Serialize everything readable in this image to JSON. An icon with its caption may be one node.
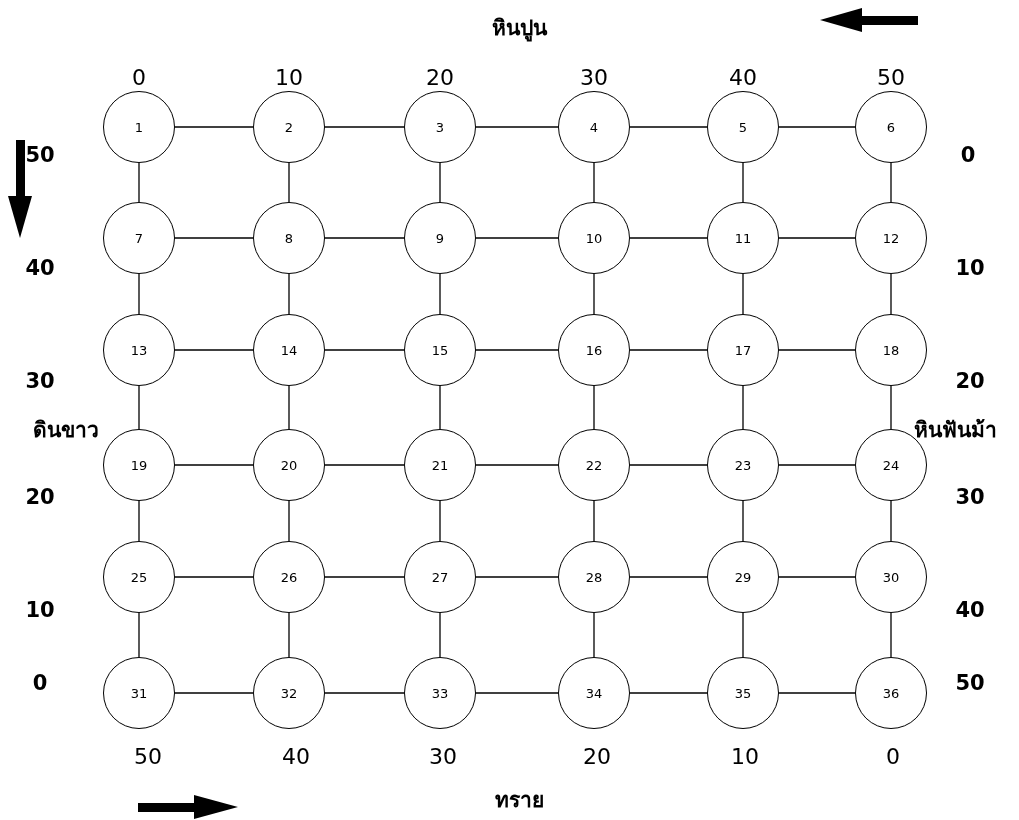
{
  "diagram": {
    "nodes": [
      {
        "text": [
          "1"
        ]
      },
      {
        "text": [
          "2"
        ]
      },
      {
        "text": [
          "3"
        ]
      },
      {
        "text": [
          "4"
        ]
      },
      {
        "text": [
          "5"
        ]
      },
      {
        "text": [
          "6"
        ]
      },
      {
        "text": [
          "7"
        ]
      },
      {
        "text": [
          "8"
        ]
      },
      {
        "text": [
          "9"
        ]
      },
      {
        "text": [
          "10"
        ]
      },
      {
        "text": [
          "11"
        ]
      },
      {
        "text": [
          "12"
        ]
      },
      {
        "text": [
          "13"
        ]
      },
      {
        "text": [
          "14"
        ]
      },
      {
        "text": [
          "15"
        ]
      },
      {
        "text": [
          "16"
        ]
      },
      {
        "text": [
          "17"
        ]
      },
      {
        "text": [
          "18"
        ]
      },
      {
        "text": [
          "19"
        ]
      },
      {
        "text": [
          "20"
        ]
      },
      {
        "text": [
          "21"
        ]
      },
      {
        "text": [
          "22"
        ]
      },
      {
        "text": [
          "23"
        ]
      },
      {
        "text": [
          "24"
        ]
      },
      {
        "text": [
          "25"
        ]
      },
      {
        "text": [
          "26"
        ]
      },
      {
        "text": [
          "27"
        ]
      },
      {
        "text": [
          "28"
        ]
      },
      {
        "text": [
          "29"
        ]
      },
      {
        "text": [
          "30"
        ]
      },
      {
        "text": [
          "31"
        ]
      },
      {
        "text": [
          "32"
        ]
      },
      {
        "text": [
          "33"
        ]
      },
      {
        "text": [
          "34"
        ]
      },
      {
        "text": [
          "35"
        ]
      },
      {
        "text": [
          "36"
        ]
      }
    ],
    "edges": [
      {
        "from": 0,
        "to": 1,
        "arrow": "none"
      },
      {
        "from": 1,
        "to": 2,
        "arrow": "none"
      },
      {
        "from": 2,
        "to": 3,
        "arrow": "none"
      },
      {
        "from": 3,
        "to": 4,
        "arrow": "none"
      },
      {
        "from": 4,
        "to": 5,
        "arrow": "none"
      },
      {
        "from": 0,
        "to": 6,
        "arrow": "none"
      },
      {
        "from": 1,
        "to": 7,
        "arrow": "none"
      },
      {
        "from": 2,
        "to": 8,
        "arrow": "none"
      },
      {
        "from": 3,
        "to": 9,
        "arrow": "none"
      },
      {
        "from": 4,
        "to": 10,
        "arrow": "none"
      },
      {
        "from": 5,
        "to": 11,
        "arrow": "none"
      },
      {
        "from": 6,
        "to": 7,
        "arrow": "none"
      },
      {
        "from": 7,
        "to": 8,
        "arrow": "none"
      },
      {
        "from": 8,
        "to": 9,
        "arrow": "none"
      },
      {
        "from": 9,
        "to": 10,
        "arrow": "none"
      },
      {
        "from": 10,
        "to": 11,
        "arrow": "none"
      },
      {
        "from": 6,
        "to": 12,
        "arrow": "none"
      },
      {
        "from": 7,
        "to": 13,
        "arrow": "none"
      },
      {
        "from": 8,
        "to": 14,
        "arrow": "none"
      },
      {
        "from": 9,
        "to": 15,
        "arrow": "none"
      },
      {
        "from": 10,
        "to": 16,
        "arrow": "none"
      },
      {
        "from": 11,
        "to": 17,
        "arrow": "none"
      },
      {
        "from": 12,
        "to": 13,
        "arrow": "none"
      },
      {
        "from": 13,
        "to": 14,
        "arrow": "none"
      },
      {
        "from": 14,
        "to": 15,
        "arrow": "none"
      },
      {
        "from": 15,
        "to": 16,
        "arrow": "none"
      },
      {
        "from": 16,
        "to": 17,
        "arrow": "none"
      },
      {
        "from": 12,
        "to": 18,
        "arrow": "none"
      },
      {
        "from": 13,
        "to": 19,
        "arrow": "none"
      },
      {
        "from": 14,
        "to": 20,
        "arrow": "none"
      },
      {
        "from": 15,
        "to": 21,
        "arrow": "none"
      },
      {
        "from": 16,
        "to": 22,
        "arrow": "none"
      },
      {
        "from": 17,
        "to": 23,
        "arrow": "none"
      },
      {
        "from": 18,
        "to": 19,
        "arrow": "none"
      },
      {
        "from": 19,
        "to": 20,
        "arrow": "none"
      },
      {
        "from": 20,
        "to": 21,
        "arrow": "none"
      },
      {
        "from": 21,
        "to": 22,
        "arrow": "none"
      },
      {
        "from": 22,
        "to": 23,
        "arrow": "none"
      },
      {
        "from": 18,
        "to": 24,
        "arrow": "none"
      },
      {
        "from": 19,
        "to": 25,
        "arrow": "none"
      },
      {
        "from": 20,
        "to": 26,
        "arrow": "none"
      },
      {
        "from": 21,
        "to": 27,
        "arrow": "none"
      },
      {
        "from": 22,
        "to": 28,
        "arrow": "none"
      },
      {
        "from": 23,
        "to": 29,
        "arrow": "none"
      },
      {
        "from": 24,
        "to": 25,
        "arrow": "none"
      },
      {
        "from": 25,
        "to": 26,
        "arrow": "none"
      },
      {
        "from": 26,
        "to": 27,
        "arrow": "none"
      },
      {
        "from": 27,
        "to": 28,
        "arrow": "none"
      },
      {
        "from": 28,
        "to": 29,
        "arrow": "none"
      },
      {
        "from": 24,
        "to": 30,
        "arrow": "none"
      },
      {
        "from": 25,
        "to": 31,
        "arrow": "none"
      },
      {
        "from": 26,
        "to": 32,
        "arrow": "none"
      },
      {
        "from": 27,
        "to": 33,
        "arrow": "none"
      },
      {
        "from": 28,
        "to": 34,
        "arrow": "none"
      },
      {
        "from": 29,
        "to": 35,
        "arrow": "none"
      },
      {
        "from": 30,
        "to": 31,
        "arrow": "none"
      },
      {
        "from": 31,
        "to": 32,
        "arrow": "none"
      },
      {
        "from": 32,
        "to": 33,
        "arrow": "none"
      },
      {
        "from": 33,
        "to": 34,
        "arrow": "none"
      },
      {
        "from": 34,
        "to": 35,
        "arrow": "none"
      }
    ],
    "labels": [
      "หินปูน",
      "0",
      "10",
      "20",
      "30",
      "40",
      "50",
      "50",
      "0",
      "40",
      "10",
      "30",
      "20",
      "ดินขาว",
      "หินฟันม้า",
      "20",
      "30",
      "10",
      "40",
      "0",
      "50",
      "50",
      "40",
      "30",
      "20",
      "10",
      "0",
      "ทราย"
    ]
  }
}
